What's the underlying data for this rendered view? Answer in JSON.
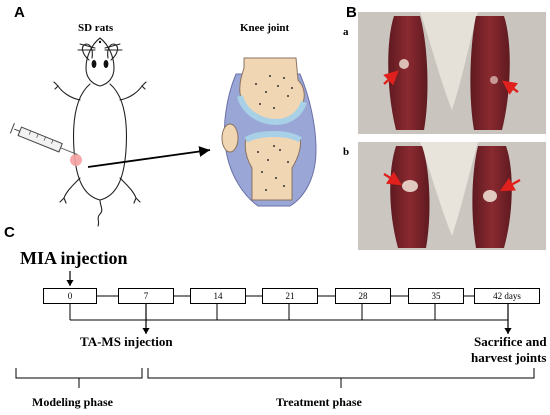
{
  "panels": {
    "A": {
      "letter": "A",
      "rat_title": "SD rats",
      "knee_title": "Knee joint"
    },
    "B": {
      "letter": "B",
      "photo_a_label": "a",
      "photo_b_label": "b"
    },
    "C": {
      "letter": "C"
    }
  },
  "timeline": {
    "start_label": "MIA injection",
    "days": [
      "0",
      "7",
      "14",
      "21",
      "28",
      "35",
      "42 days"
    ],
    "treatment_start_label": "TA-MS injection",
    "end_label_line1": "Sacrifice and",
    "end_label_line2": "harvest joints",
    "phase1_label": "Modeling phase",
    "phase2_label": "Treatment phase"
  },
  "colors": {
    "photo_tissue": "#8a2a30",
    "photo_bg": "#c9c4be",
    "bone": "#f1d6b4",
    "cartilage": "#a8d0e6",
    "capsule": "#9aa7d6",
    "arrow_red": "#e0201c",
    "injection_site": "#f4a0a0"
  },
  "icons": [
    "syringe-icon",
    "rat-icon",
    "knee-joint-icon",
    "arrow-icon"
  ]
}
